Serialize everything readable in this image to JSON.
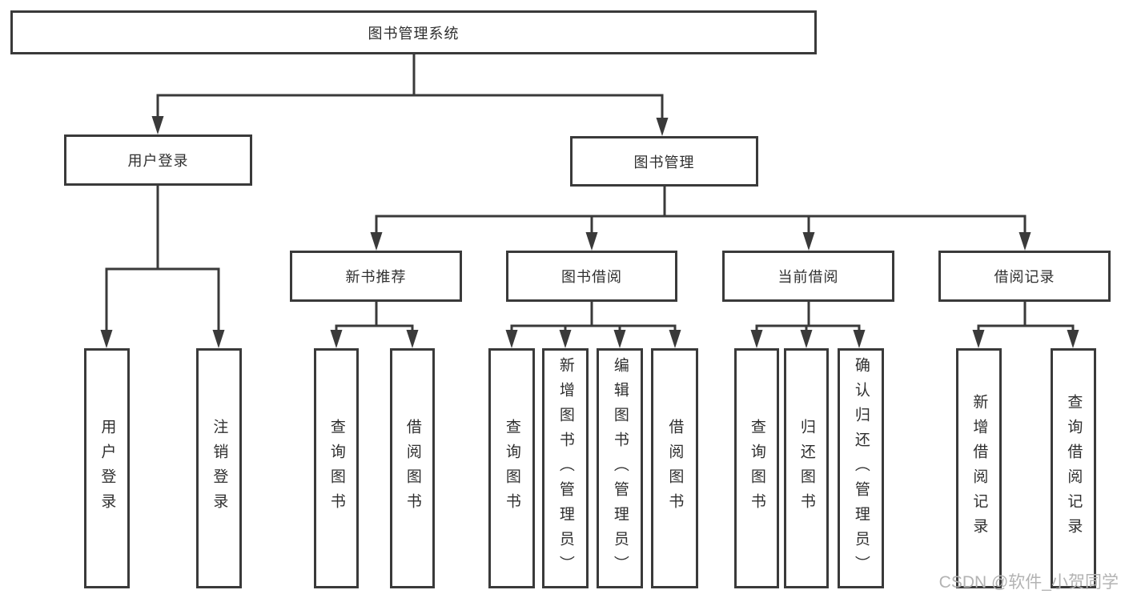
{
  "diagram": {
    "root": {
      "label": "图书管理系统"
    },
    "branches": [
      {
        "label": "用户登录",
        "children": [
          {
            "label": "用户登录"
          },
          {
            "label": "注销登录"
          }
        ]
      },
      {
        "label": "图书管理",
        "children": [
          {
            "label": "新书推荐",
            "children": [
              {
                "label": "查询图书"
              },
              {
                "label": "借阅图书"
              }
            ]
          },
          {
            "label": "图书借阅",
            "children": [
              {
                "label": "查询图书"
              },
              {
                "label": "新增图书（管理员）"
              },
              {
                "label": "编辑图书（管理员）"
              },
              {
                "label": "借阅图书"
              }
            ]
          },
          {
            "label": "当前借阅",
            "children": [
              {
                "label": "查询图书"
              },
              {
                "label": "归还图书"
              },
              {
                "label": "确认归还（管理员）"
              }
            ]
          },
          {
            "label": "借阅记录",
            "children": [
              {
                "label": "新增借阅记录"
              },
              {
                "label": "查询借阅记录"
              }
            ]
          }
        ]
      }
    ]
  },
  "watermark": {
    "text": "CSDN @软件_小贺同学"
  },
  "colors": {
    "line": "#3a3a3a",
    "box_border": "#3a3a3a",
    "text": "#2f2f2f",
    "watermark": "#b3b3b3",
    "background": "#ffffff"
  }
}
